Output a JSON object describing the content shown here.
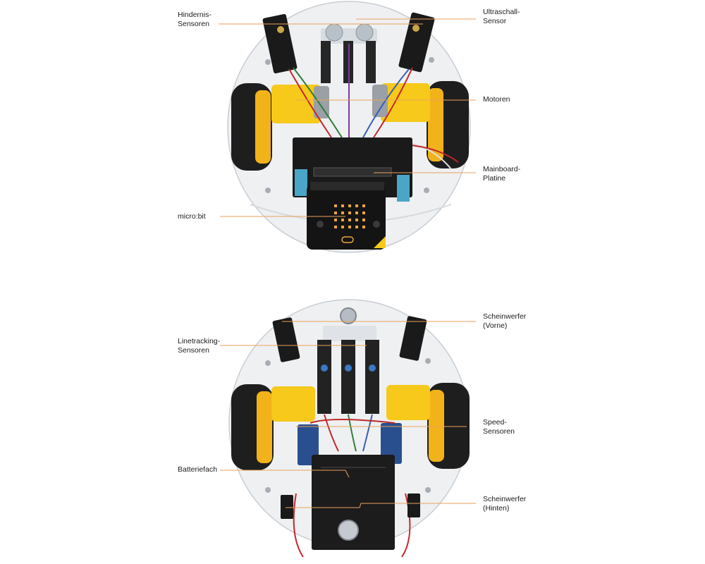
{
  "colors": {
    "leader_line": "#e9a25a",
    "chassis_acrylic": "#eef0f2",
    "tire": "#1e1e1e",
    "motor_yellow": "#f6c91a",
    "pcb_black": "#1a1a1a",
    "sensor_blue": "#2a4f8f"
  },
  "labels": {
    "hindernis": {
      "line1": "Hindernis-",
      "line2": "Sensoren"
    },
    "ultraschall": {
      "line1": "Ultraschall-",
      "line2": "Sensor"
    },
    "motoren": {
      "line1": "Motoren"
    },
    "mainboard": {
      "line1": "Mainboard-",
      "line2": "Platine"
    },
    "microbit": {
      "line1": "micro:bit"
    },
    "scheinwerfer_vorne": {
      "line1": "Scheinwerfer",
      "line2": "(Vorne)"
    },
    "linetracking": {
      "line1": "Linetracking-",
      "line2": "Sensoren"
    },
    "speed": {
      "line1": "Speed-",
      "line2": "Sensoren"
    },
    "batteriefach": {
      "line1": "Batteriefach"
    },
    "scheinwerfer_hinten": {
      "line1": "Scheinwerfer",
      "line2": "(Hinten)"
    }
  }
}
